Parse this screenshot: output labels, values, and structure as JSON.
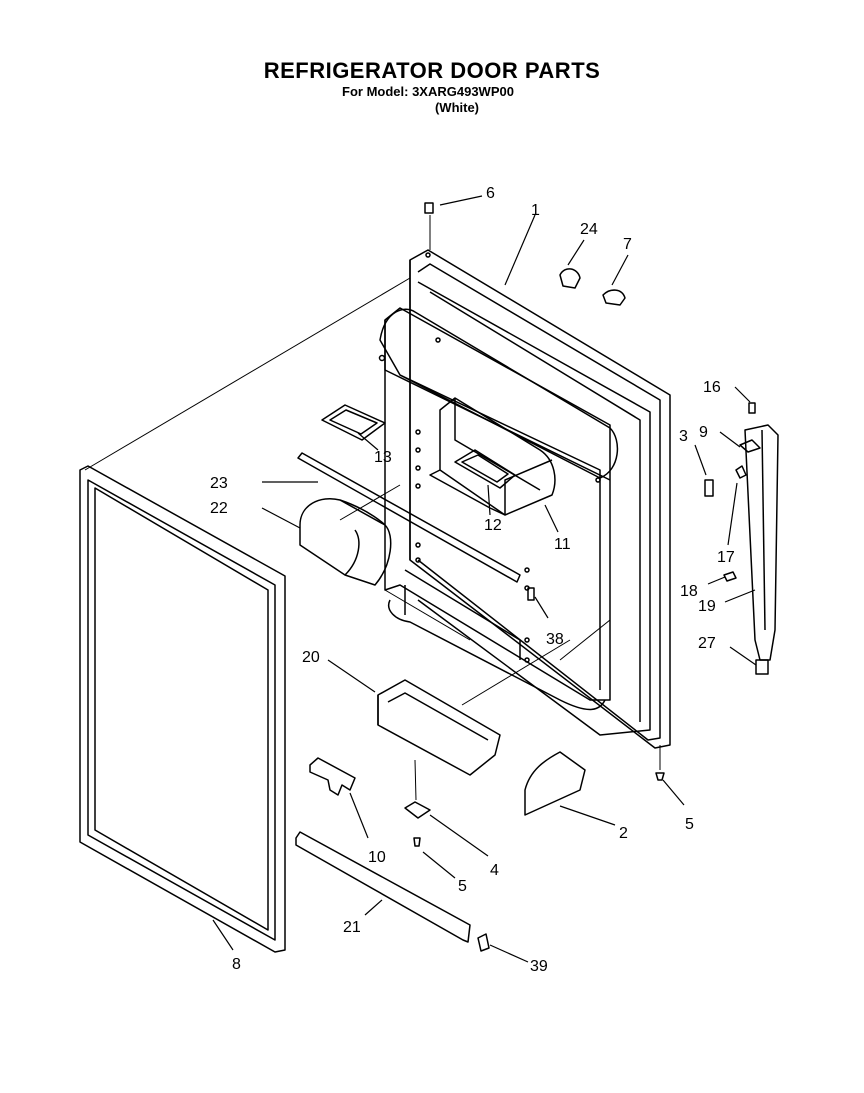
{
  "header": {
    "title": "REFRIGERATOR DOOR PARTS",
    "model": "For Model: 3XARG493WP00",
    "color": "(White)"
  },
  "callouts": [
    "6",
    "1",
    "24",
    "7",
    "16",
    "3",
    "9",
    "13",
    "23",
    "22",
    "12",
    "11",
    "17",
    "18",
    "19",
    "38",
    "27",
    "20",
    "2",
    "5",
    "10",
    "4",
    "5",
    "21",
    "8",
    "39"
  ],
  "colors": {
    "ink": "#000000",
    "paper": "#ffffff"
  }
}
